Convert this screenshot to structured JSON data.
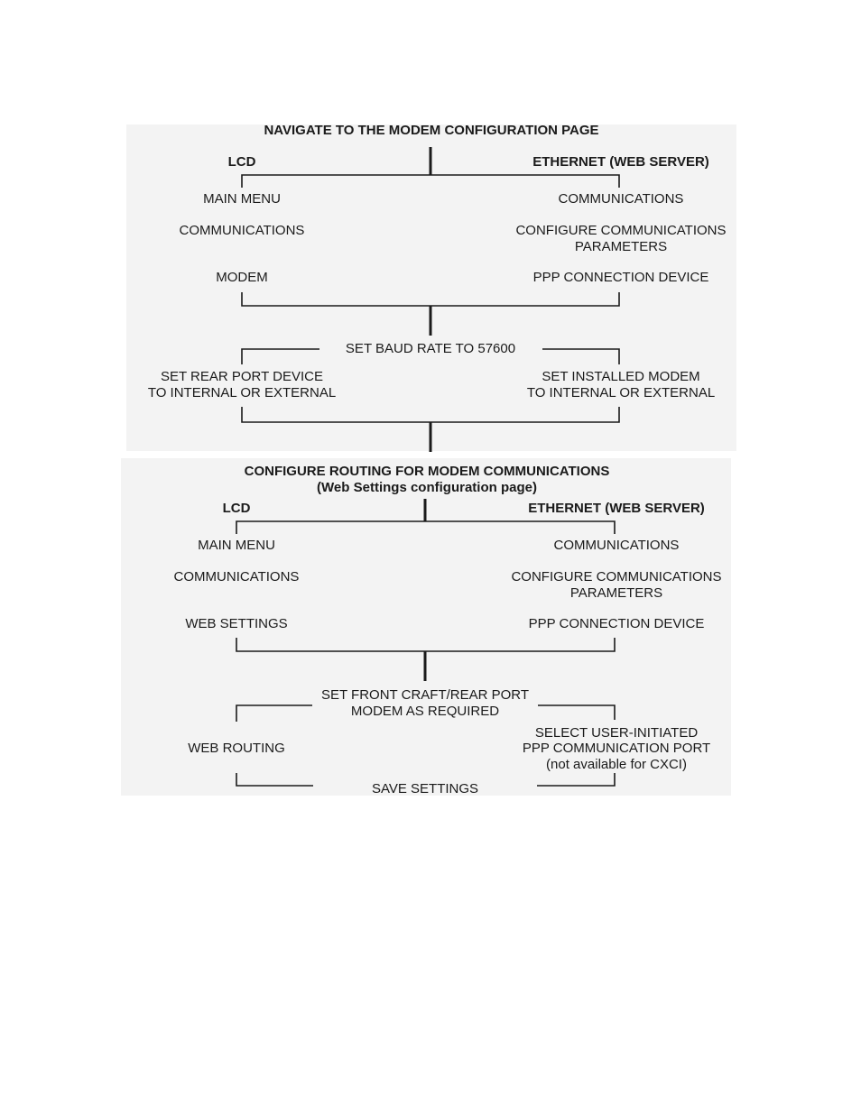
{
  "section1": {
    "title": "NAVIGATE TO THE MODEM CONFIGURATION PAGE",
    "lcd_header": "LCD",
    "eth_header": "ETHERNET (WEB SERVER)",
    "lcd_steps": [
      "MAIN MENU",
      "COMMUNICATIONS",
      "MODEM"
    ],
    "eth_steps": [
      "COMMUNICATIONS",
      "CONFIGURE COMMUNICATIONS",
      "PARAMETERS",
      "PPP CONNECTION DEVICE"
    ],
    "baud": "SET BAUD RATE TO 57600",
    "rear_port": [
      "SET REAR PORT DEVICE",
      "TO INTERNAL OR EXTERNAL"
    ],
    "installed_modem": [
      "SET INSTALLED MODEM",
      "TO INTERNAL OR EXTERNAL"
    ]
  },
  "section2": {
    "title": "CONFIGURE ROUTING FOR MODEM COMMUNICATIONS",
    "subtitle": "(Web Settings configuration page)",
    "lcd_header": "LCD",
    "eth_header": "ETHERNET (WEB SERVER)",
    "lcd_steps": [
      "MAIN MENU",
      "COMMUNICATIONS",
      "WEB SETTINGS"
    ],
    "eth_steps": [
      "COMMUNICATIONS",
      "CONFIGURE COMMUNICATIONS",
      "PARAMETERS",
      "PPP CONNECTION DEVICE"
    ],
    "front_craft": [
      "SET FRONT CRAFT/REAR PORT",
      "MODEM AS REQUIRED"
    ],
    "web_routing": "WEB ROUTING",
    "select_ppp": [
      "SELECT USER-INITIATED",
      "PPP COMMUNICATION PORT",
      "(not available for CXCI)"
    ],
    "save": "SAVE SETTINGS"
  }
}
